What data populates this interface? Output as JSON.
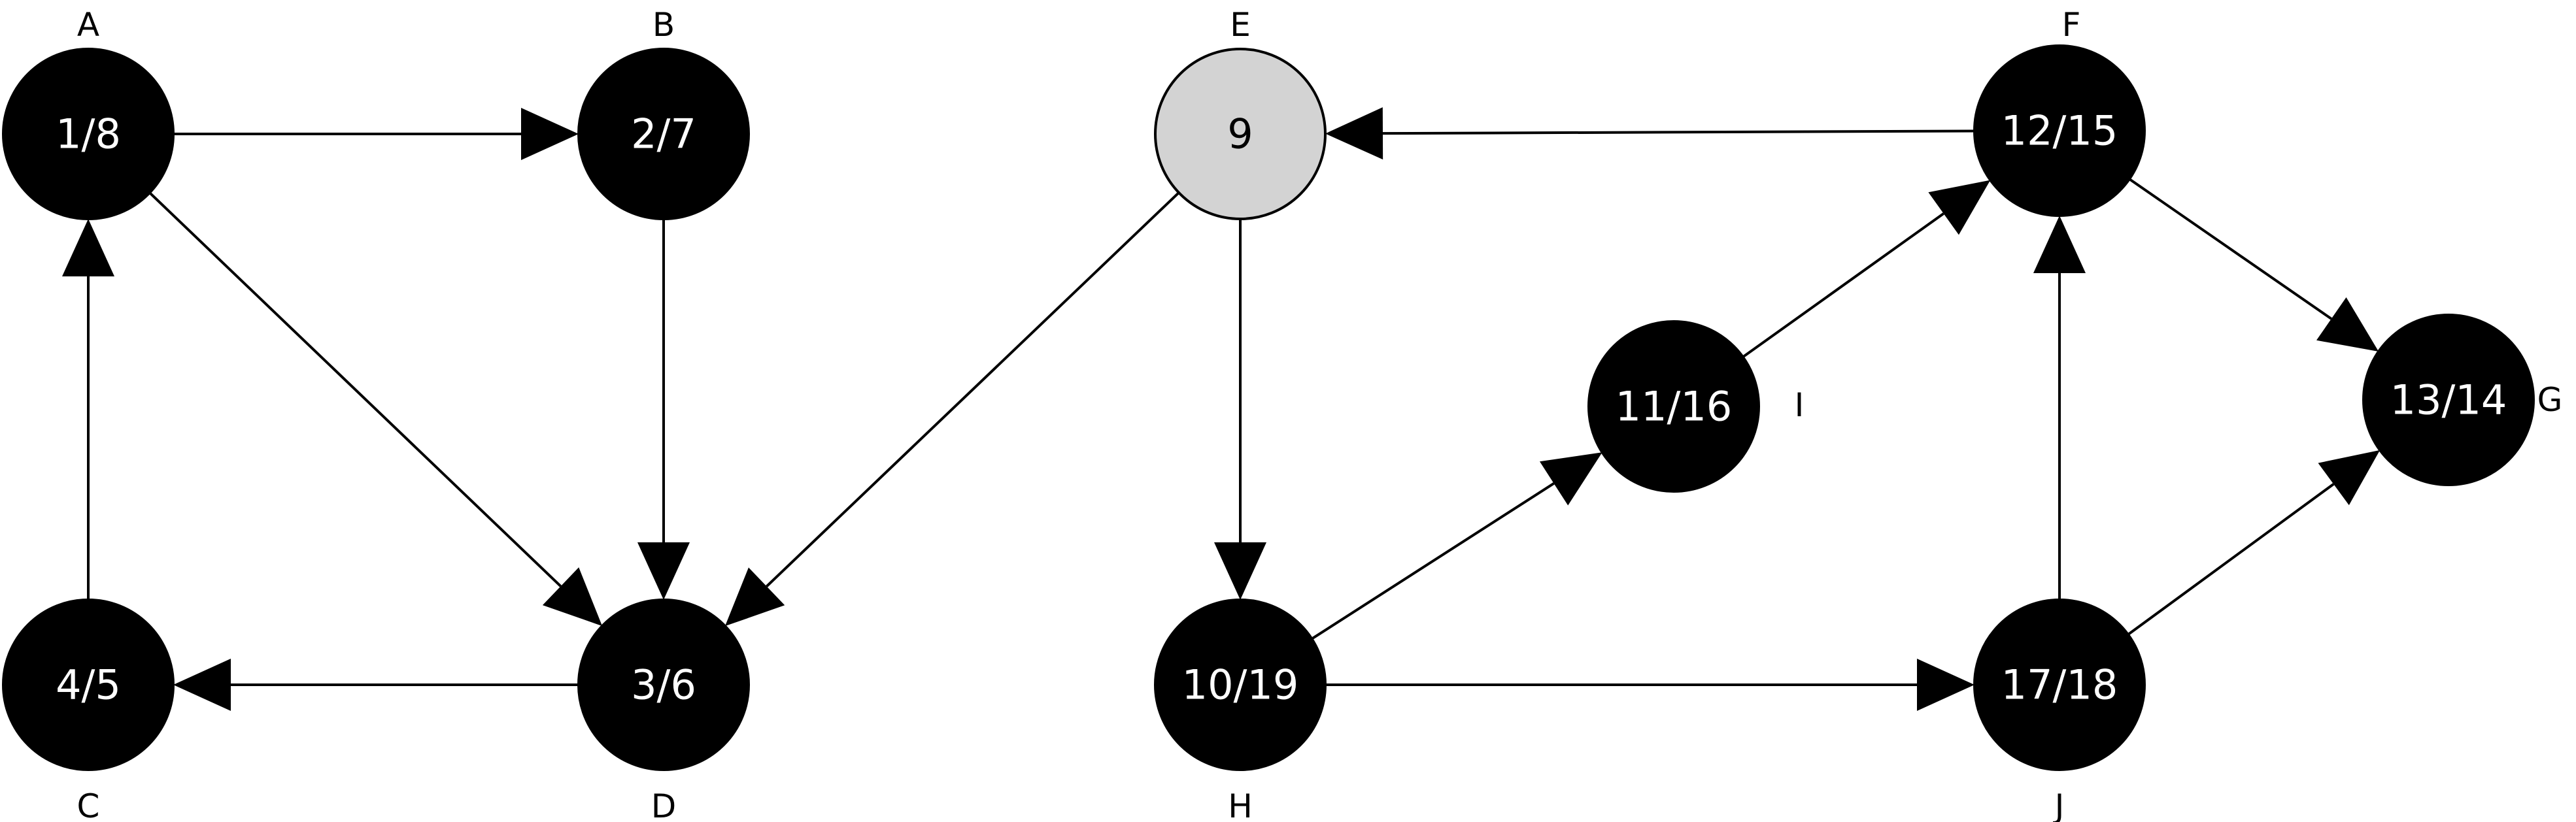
{
  "nodes": [
    {
      "id": "A",
      "label": "A",
      "value": "1/8",
      "fill": "#000000"
    },
    {
      "id": "B",
      "label": "B",
      "value": "2/7",
      "fill": "#000000"
    },
    {
      "id": "C",
      "label": "C",
      "value": "4/5",
      "fill": "#000000"
    },
    {
      "id": "D",
      "label": "D",
      "value": "3/6",
      "fill": "#000000"
    },
    {
      "id": "E",
      "label": "E",
      "value": "9",
      "fill": "#d3d3d3"
    },
    {
      "id": "F",
      "label": "F",
      "value": "12/15",
      "fill": "#000000"
    },
    {
      "id": "G",
      "label": "G",
      "value": "13/14",
      "fill": "#000000"
    },
    {
      "id": "H",
      "label": "H",
      "value": "10/19",
      "fill": "#000000"
    },
    {
      "id": "I",
      "label": "I",
      "value": "11/16",
      "fill": "#000000"
    },
    {
      "id": "J",
      "label": "J",
      "value": "17/18",
      "fill": "#000000"
    }
  ],
  "edges": [
    {
      "from": "A",
      "to": "B"
    },
    {
      "from": "A",
      "to": "D"
    },
    {
      "from": "B",
      "to": "D"
    },
    {
      "from": "C",
      "to": "A"
    },
    {
      "from": "D",
      "to": "C"
    },
    {
      "from": "E",
      "to": "D"
    },
    {
      "from": "E",
      "to": "H"
    },
    {
      "from": "F",
      "to": "E"
    },
    {
      "from": "F",
      "to": "G"
    },
    {
      "from": "H",
      "to": "I"
    },
    {
      "from": "H",
      "to": "J"
    },
    {
      "from": "I",
      "to": "F"
    },
    {
      "from": "J",
      "to": "F"
    },
    {
      "from": "J",
      "to": "G"
    }
  ]
}
